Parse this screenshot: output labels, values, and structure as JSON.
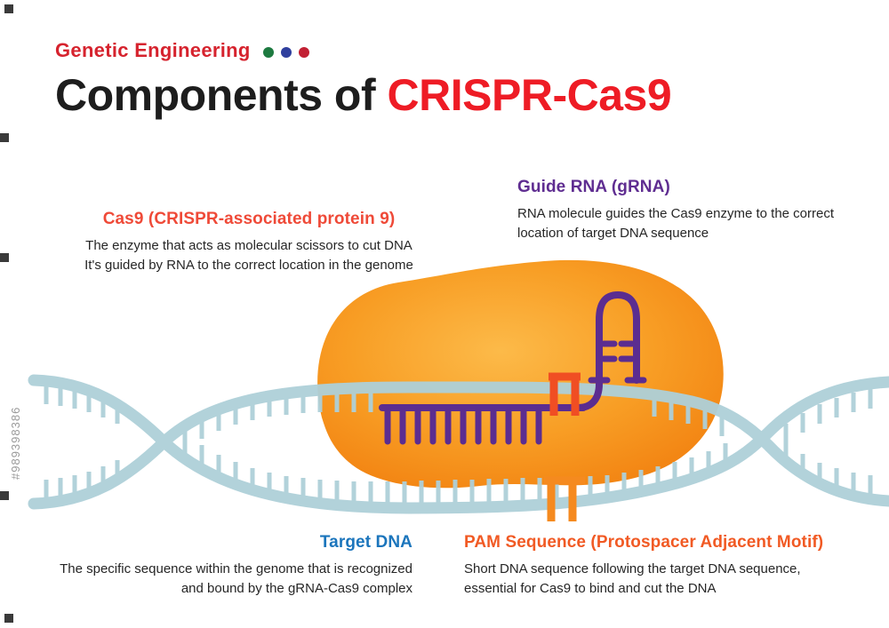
{
  "header": {
    "eyebrow": "Genetic Engineering",
    "title_black": "Components of ",
    "title_red": "CRISPR-Cas9"
  },
  "labels": {
    "cas9": {
      "title": "Cas9 (CRISPR-associated protein 9)",
      "line1": "The enzyme that acts as molecular scissors to cut DNA",
      "line2": "It's guided by RNA to the correct location in the genome"
    },
    "grna": {
      "title": "Guide RNA (gRNA)",
      "line1": "RNA molecule guides the Cas9 enzyme to the correct",
      "line2": "location of target DNA sequence"
    },
    "target_dna": {
      "title": "Target DNA",
      "line1": "The specific sequence within the genome that is recognized",
      "line2": "and bound by the gRNA-Cas9 complex"
    },
    "pam": {
      "title": "PAM Sequence (Protospacer Adjacent Motif)",
      "line1": "Short DNA sequence following the target DNA sequence,",
      "line2": "essential for Cas9 to bind and cut the DNA"
    }
  },
  "watermark": {
    "id": "#989398386"
  },
  "colors": {
    "eyebrow_red": "#d6232e",
    "title_red": "#ee1c25",
    "dot_green": "#1d7a40",
    "dot_blue": "#2f3f9e",
    "dot_red": "#c22033",
    "cas9_label": "#ef4a38",
    "grna_label": "#5f2d91",
    "target_label": "#1b75bc",
    "pam_label": "#f15a24",
    "body_text": "#262626",
    "helix": "#aed0d9",
    "grna_stroke": "#5b2d90",
    "pam_marker": "#f04e23",
    "pam_marker_bottom": "#f58a1f",
    "cas9_fill_light": "#fcba49",
    "cas9_fill_mid": "#f89e25",
    "cas9_fill_dark": "#f28211",
    "watermark": "#9a9a9a"
  }
}
